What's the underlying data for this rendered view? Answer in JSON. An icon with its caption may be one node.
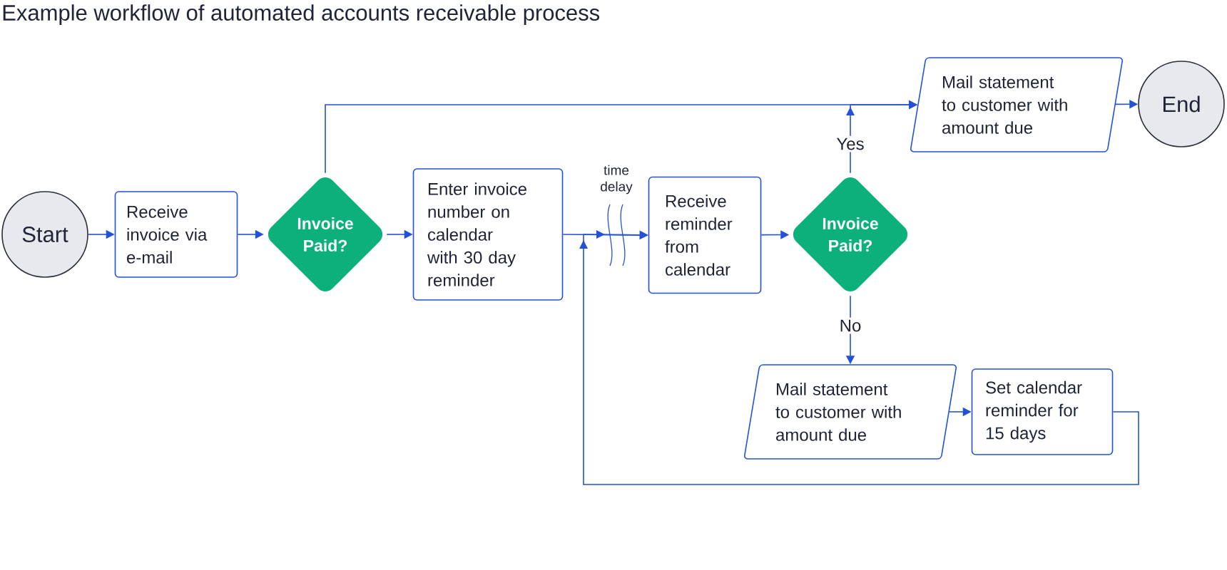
{
  "diagram": {
    "title": "Example workflow of automated accounts receivable process",
    "nodes": [
      {
        "text": [
          "Start"
        ]
      },
      {
        "text": [
          "Receive invoice via e-mail"
        ]
      },
      {
        "text": [
          "Invoice Paid?"
        ]
      },
      {
        "text": [
          "Enter invoice number on calendar with 30 day reminder"
        ]
      },
      {
        "text": [
          "Receive reminder from calendar"
        ]
      },
      {
        "text": [
          "Invoice Paid?"
        ]
      },
      {
        "text": [
          "Mail statement to customer with amount due"
        ]
      },
      {
        "text": [
          "End"
        ]
      },
      {
        "text": [
          "Mail statement to customer with amount due"
        ]
      },
      {
        "text": [
          "Set calendar reminder for 15 days"
        ]
      }
    ],
    "edges": [
      {
        "from": 0,
        "to": 1,
        "arrow": "to"
      },
      {
        "from": 1,
        "to": 2,
        "arrow": "to"
      },
      {
        "from": 2,
        "to": 3,
        "arrow": "to"
      },
      {
        "from": 3,
        "to": 4,
        "arrow": "to",
        "label": "time delay"
      },
      {
        "from": 4,
        "to": 5,
        "arrow": "to"
      },
      {
        "from": 2,
        "to": 6,
        "arrow": "to"
      },
      {
        "from": 5,
        "to": 6,
        "arrow": "to",
        "label": "Yes"
      },
      {
        "from": 6,
        "to": 7,
        "arrow": "to"
      },
      {
        "from": 5,
        "to": 8,
        "arrow": "to",
        "label": "No"
      },
      {
        "from": 8,
        "to": 9,
        "arrow": "to"
      },
      {
        "from": 9,
        "to": 4,
        "arrow": "to"
      }
    ]
  }
}
